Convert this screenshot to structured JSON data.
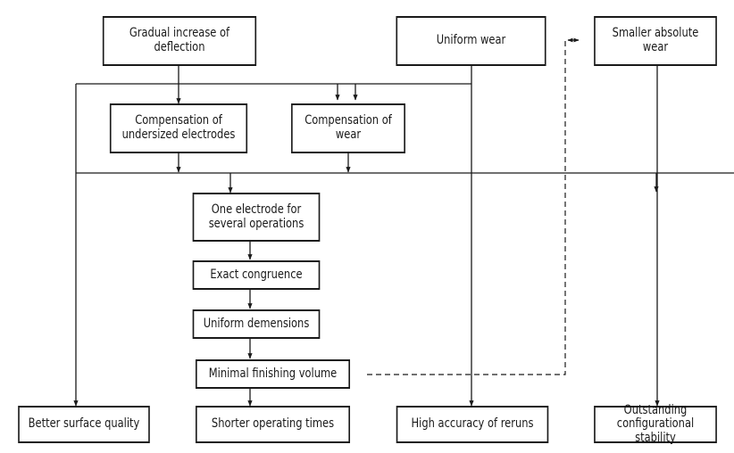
{
  "diagram": {
    "nodes": {
      "gradual_deflection": "Gradual increase of deflection",
      "uniform_wear": "Uniform wear",
      "smaller_abs_wear": "Smaller absolute wear",
      "comp_undersized": "Compensation of undersized electrodes",
      "comp_wear": "Compensation of wear",
      "one_electrode": "One electrode for several operations",
      "exact_congruence": "Exact congruence",
      "uniform_dimensions": "Uniform demensions",
      "minimal_finishing": "Minimal finishing volume",
      "better_surface": "Better surface quality",
      "shorter_times": "Shorter operating times",
      "high_accuracy": "High accuracy of reruns",
      "outstanding_stability": "Outstanding configurational stability"
    },
    "colors": {
      "line": "#1a1a1a",
      "box_border": "#1a1a1a",
      "background": "#ffffff"
    }
  }
}
